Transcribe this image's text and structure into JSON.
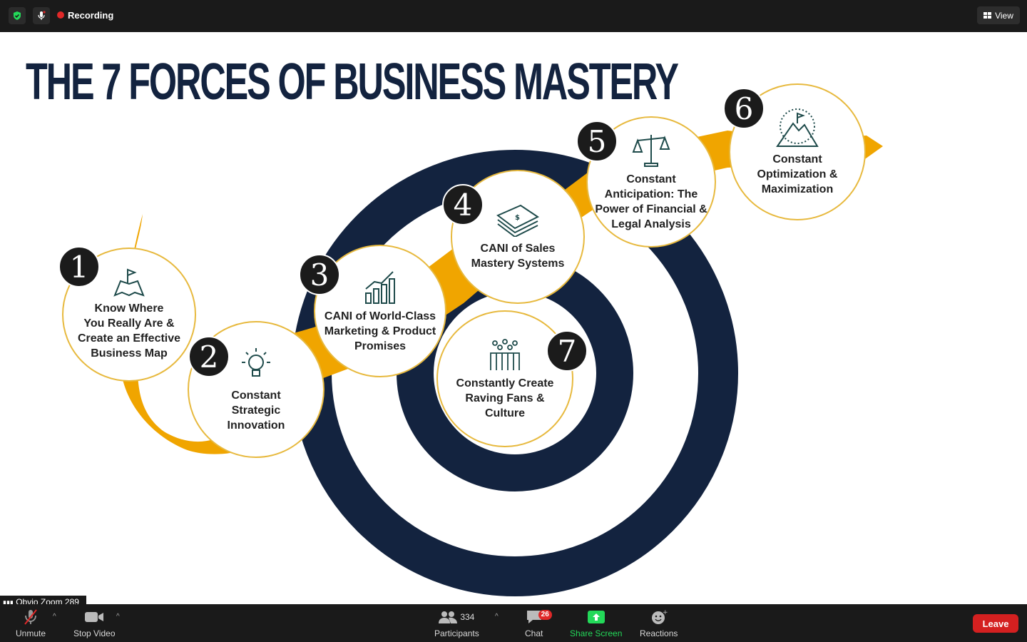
{
  "topbar": {
    "recording_label": "Recording",
    "view_label": "View"
  },
  "slide": {
    "title": "THE 7 FORCES OF BUSINESS MASTERY",
    "forces": [
      {
        "number": "1",
        "lines_html": [
          "Know Where",
          "You Really Are &",
          "Create an Effective",
          "Business Map"
        ],
        "icon": "map-flag-icon"
      },
      {
        "number": "2",
        "lines_html": [
          "Constant",
          "Strategic",
          "Innovation"
        ],
        "icon": "lightbulb-icon"
      },
      {
        "number": "3",
        "lines_html": [
          "CANI of World-Class",
          "Marketing & Product",
          "Promises"
        ],
        "icon": "growth-chart-icon"
      },
      {
        "number": "4",
        "lines_html": [
          "CANI of Sales",
          "Mastery Systems"
        ],
        "icon": "money-stack-icon"
      },
      {
        "number": "5",
        "lines_html": [
          "Constant",
          "Anticipation: The",
          "Power of Financial &",
          "Legal Analysis"
        ],
        "icon": "scales-icon"
      },
      {
        "number": "6",
        "lines_html": [
          "Constant",
          "Optimization &",
          "Maximization"
        ],
        "icon": "mountain-flag-icon"
      },
      {
        "number": "7",
        "lines_html": [
          "Constantly Create",
          "Raving Fans &",
          "Culture"
        ],
        "icon": "people-group-icon"
      }
    ]
  },
  "nameplate": "Obvio Zoom 289",
  "toolbar": {
    "unmute": "Unmute",
    "stop_video": "Stop Video",
    "participants": "Participants",
    "participants_count": "334",
    "chat": "Chat",
    "chat_badge": "26",
    "share_screen": "Share Screen",
    "reactions": "Reactions",
    "leave": "Leave"
  },
  "colors": {
    "navy": "#13233f",
    "gold": "#f0a500",
    "share_green": "#23d959",
    "leave_red": "#d42020"
  }
}
